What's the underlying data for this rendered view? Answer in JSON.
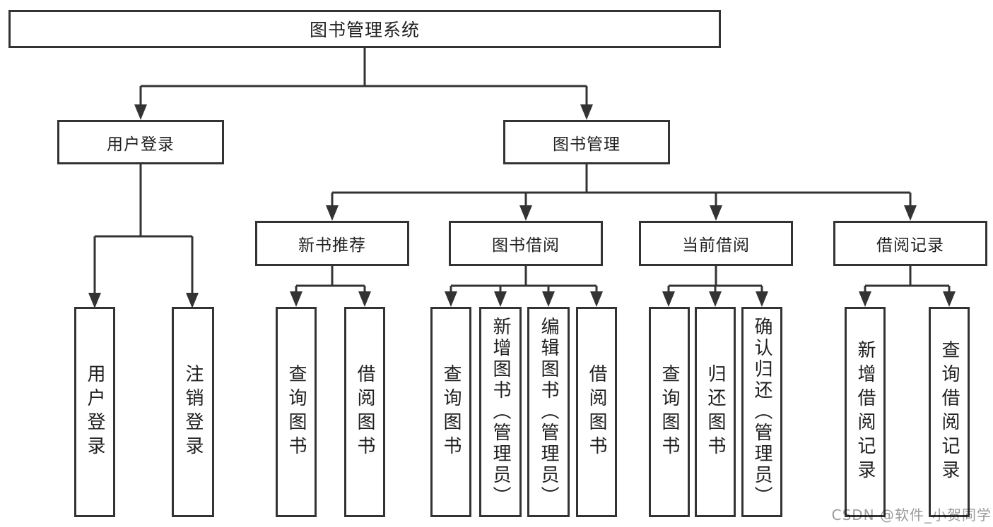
{
  "diagram": {
    "title": "图书管理系统",
    "watermark": "CSDN @软件_小贺同学",
    "colors": {
      "line": "#333333",
      "text": "#1f1f1f",
      "background": "#ffffff",
      "watermark": "#9b9b9b"
    },
    "tree": {
      "root": {
        "label": "图书管理系统"
      },
      "branches": [
        {
          "label": "用户登录",
          "children": [
            {
              "label": "用户登录"
            },
            {
              "label": "注销登录"
            }
          ]
        },
        {
          "label": "图书管理",
          "children": [
            {
              "label": "新书推荐",
              "children": [
                {
                  "label": "查询图书"
                },
                {
                  "label": "借阅图书"
                }
              ]
            },
            {
              "label": "图书借阅",
              "children": [
                {
                  "label": "查询图书"
                },
                {
                  "label": "新增图书（管理员）"
                },
                {
                  "label": "编辑图书（管理员）"
                },
                {
                  "label": "借阅图书"
                }
              ]
            },
            {
              "label": "当前借阅",
              "children": [
                {
                  "label": "查询图书"
                },
                {
                  "label": "归还图书"
                },
                {
                  "label": "确认归还（管理员）"
                }
              ]
            },
            {
              "label": "借阅记录",
              "children": [
                {
                  "label": "新增借阅记录"
                },
                {
                  "label": "查询借阅记录"
                }
              ]
            }
          ]
        }
      ]
    }
  }
}
